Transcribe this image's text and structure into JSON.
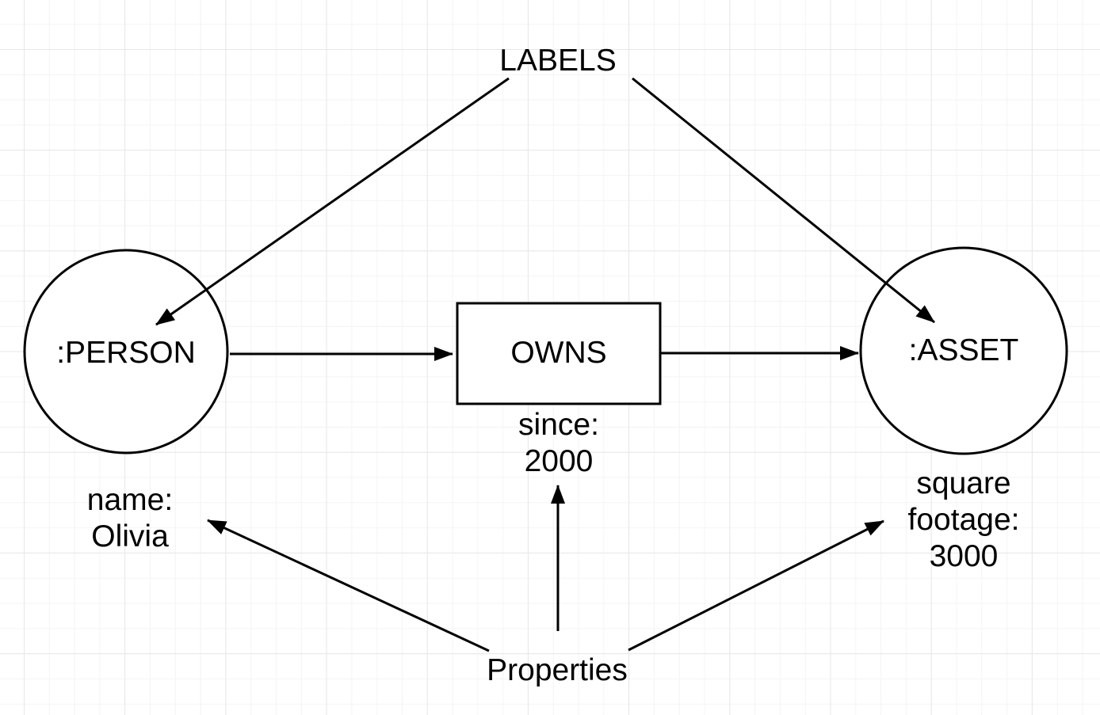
{
  "annotations": {
    "labels": "LABELS",
    "properties": "Properties"
  },
  "nodes": {
    "person": {
      "label": ":PERSON",
      "property_lines": [
        "name:",
        "Olivia"
      ]
    },
    "asset": {
      "label": ":ASSET",
      "property_lines": [
        "square",
        "footage:",
        "3000"
      ]
    }
  },
  "relationship": {
    "label": "OWNS",
    "property_lines": [
      "since:",
      "2000"
    ]
  },
  "colors": {
    "stroke": "#000000",
    "text": "#000000",
    "background": "#ffffff",
    "grid_minor": "#f4f4f4",
    "grid_major": "#e7e7e7"
  }
}
